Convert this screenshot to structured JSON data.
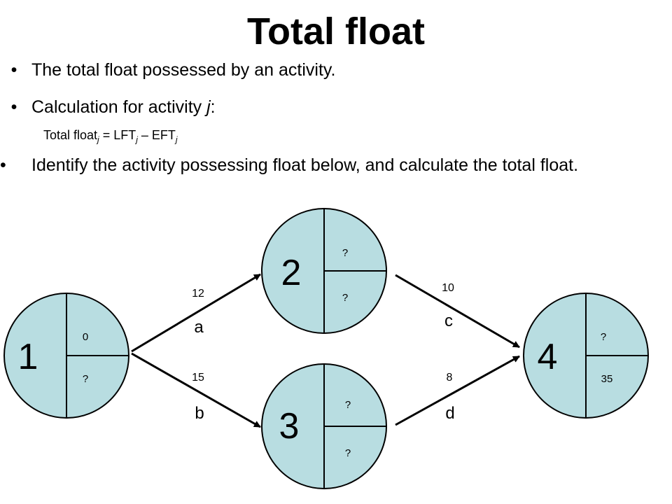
{
  "title": "Total float",
  "bullets": [
    {
      "marker": "•",
      "text": "The total float possessed by an activity."
    },
    {
      "marker": "•",
      "text_prefix": "Calculation for activity ",
      "text_italic": "j",
      "text_suffix": ":"
    },
    {
      "marker": "•",
      "text": "Identify the activity possessing float below, and calculate the total float."
    }
  ],
  "formula": {
    "lhs": "Total float",
    "sub1": "j",
    "mid": " = LFT",
    "sub2": "j",
    "dash": " – EFT",
    "sub3": "j"
  },
  "network": {
    "nodes": [
      {
        "id": "1",
        "top": "0",
        "bottom": "?"
      },
      {
        "id": "2",
        "top": "?",
        "bottom": "?"
      },
      {
        "id": "3",
        "top": "?",
        "bottom": "?"
      },
      {
        "id": "4",
        "top": "?",
        "bottom": "35"
      }
    ],
    "activities": [
      {
        "label": "a",
        "duration": "12",
        "from": "1",
        "to": "2"
      },
      {
        "label": "b",
        "duration": "15",
        "from": "1",
        "to": "3"
      },
      {
        "label": "c",
        "duration": "10",
        "from": "2",
        "to": "4"
      },
      {
        "label": "d",
        "duration": "8",
        "from": "3",
        "to": "4"
      }
    ]
  },
  "colors": {
    "node_fill": "#b8dde1",
    "stroke": "#000000"
  }
}
